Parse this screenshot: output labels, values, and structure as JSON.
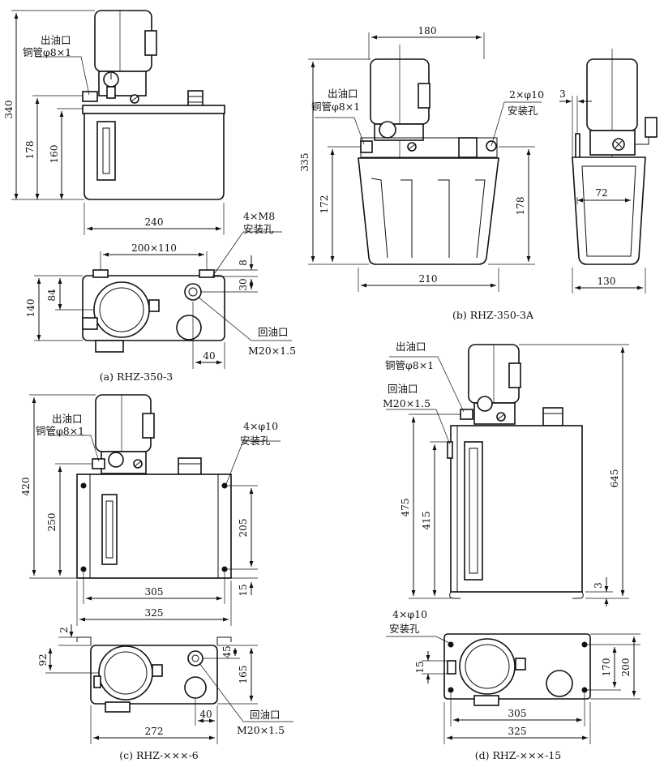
{
  "labels": {
    "outlet": "出油口",
    "copper_pipe": "铜管φ8×1",
    "mount_holes_m8": "4×M8",
    "mount_holes_phi10": "4×φ10",
    "mount_holes_2phi10": "2×φ10",
    "mount_hole_text": "安装孔",
    "return_port": "回油口",
    "return_thread": "M20×1.5"
  },
  "captions": {
    "a": "(a) RHZ-350-3",
    "b": "(b) RHZ-350-3A",
    "c": "(c) RHZ-×××-6",
    "d": "(d) RHZ-×××-15"
  },
  "dims": {
    "a": {
      "height_total": "340",
      "height_outlet": "178",
      "height_tank": "160",
      "width": "240",
      "bolt_pattern": "200×110",
      "d8": "8",
      "d30": "30",
      "depth": "140",
      "d84": "84",
      "d40": "40"
    },
    "b": {
      "width_top": "180",
      "height_total": "335",
      "height_left": "172",
      "height_right": "178",
      "width_bottom": "210",
      "d3": "3",
      "d72": "72",
      "depth": "130"
    },
    "c": {
      "height_total": "420",
      "height_outlet": "250",
      "height_holes": "205",
      "d15": "15",
      "width_inner": "305",
      "width_outer": "325",
      "d2": "2",
      "d92": "92",
      "d45": "45",
      "d165": "165",
      "d40": "40",
      "width_base": "272"
    },
    "d": {
      "height_total": "645",
      "height_outlet": "475",
      "height_tank": "415",
      "d3": "3",
      "d15": "15",
      "d170": "170",
      "d200": "200",
      "width_inner": "305",
      "width_outer": "325"
    }
  }
}
